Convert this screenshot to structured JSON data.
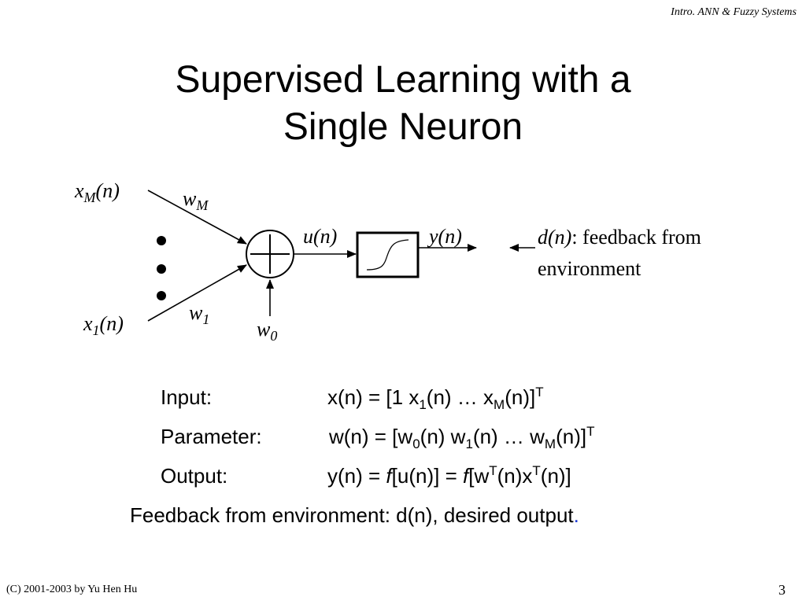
{
  "header": {
    "course": "Intro. ANN & Fuzzy Systems"
  },
  "title": {
    "line1": "Supervised Learning with a",
    "line2": "Single Neuron"
  },
  "diagram": {
    "input_top": {
      "var": "x",
      "sub": "M",
      "arg": "(n)"
    },
    "input_bottom": {
      "var": "x",
      "sub": "1",
      "arg": "(n)"
    },
    "weight_top": {
      "var": "w",
      "sub": "M"
    },
    "weight_bottom": {
      "var": "w",
      "sub": "1"
    },
    "bias": {
      "var": "w",
      "sub": "0"
    },
    "u_label": "u(n)",
    "y_label": "y(n)",
    "feedback_var": "d(n)",
    "feedback_text_line1": ": feedback from",
    "feedback_text_line2": "environment"
  },
  "equations": {
    "input_label": "Input:",
    "parameter_label": "Parameter:",
    "output_label": "Output:",
    "input_eq": {
      "a": "x(n) = [1  x",
      "s1": "1",
      "b": "(n) … x",
      "s2": "M",
      "c": "(n)]",
      "sup": "T"
    },
    "parameter_eq": {
      "a": "w(n) = [w",
      "s0": "0",
      "b": "(n)  w",
      "s1": "1",
      "c": "(n) … w",
      "s2": "M",
      "d": "(n)]",
      "sup": "T"
    },
    "output_eq": {
      "a": "y(n) = ",
      "f1": "f",
      "b": "[u(n)] = ",
      "f2": "f",
      "c": "[w",
      "sup1": "T",
      "d": "(n)x",
      "sup2": "T",
      "e": "(n)]"
    },
    "feedback_line": "Feedback from environment: d(n),  desired output",
    "feedback_period": "."
  },
  "footer": {
    "copyright": "(C) 2001-2003  by Yu Hen Hu",
    "page_number": "3"
  }
}
